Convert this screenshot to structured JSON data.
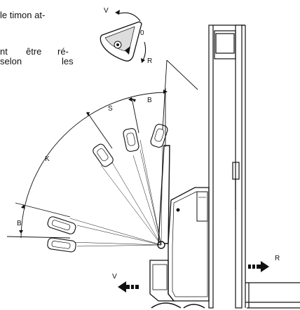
{
  "text_fragments": {
    "line1": "le timon at-",
    "line2a": "nt",
    "line2b": "être",
    "line2c": "ré-",
    "line3a": "selon",
    "line3b": "les"
  },
  "labels": {
    "v_top": "V",
    "zero": "0",
    "r_top": "R",
    "b_top": "B",
    "s": "S",
    "k": "K",
    "b_left": "B",
    "v_bottom": "V",
    "r_right": "R"
  },
  "colors": {
    "line": "#111111",
    "faint": "#666666",
    "fill_dark": "#111111",
    "fill_light": "#ffffff"
  },
  "icons": {
    "handle": "tiller-handle-icon",
    "arrow_left": "arrow-left-icon",
    "arrow_right": "arrow-right-icon"
  }
}
